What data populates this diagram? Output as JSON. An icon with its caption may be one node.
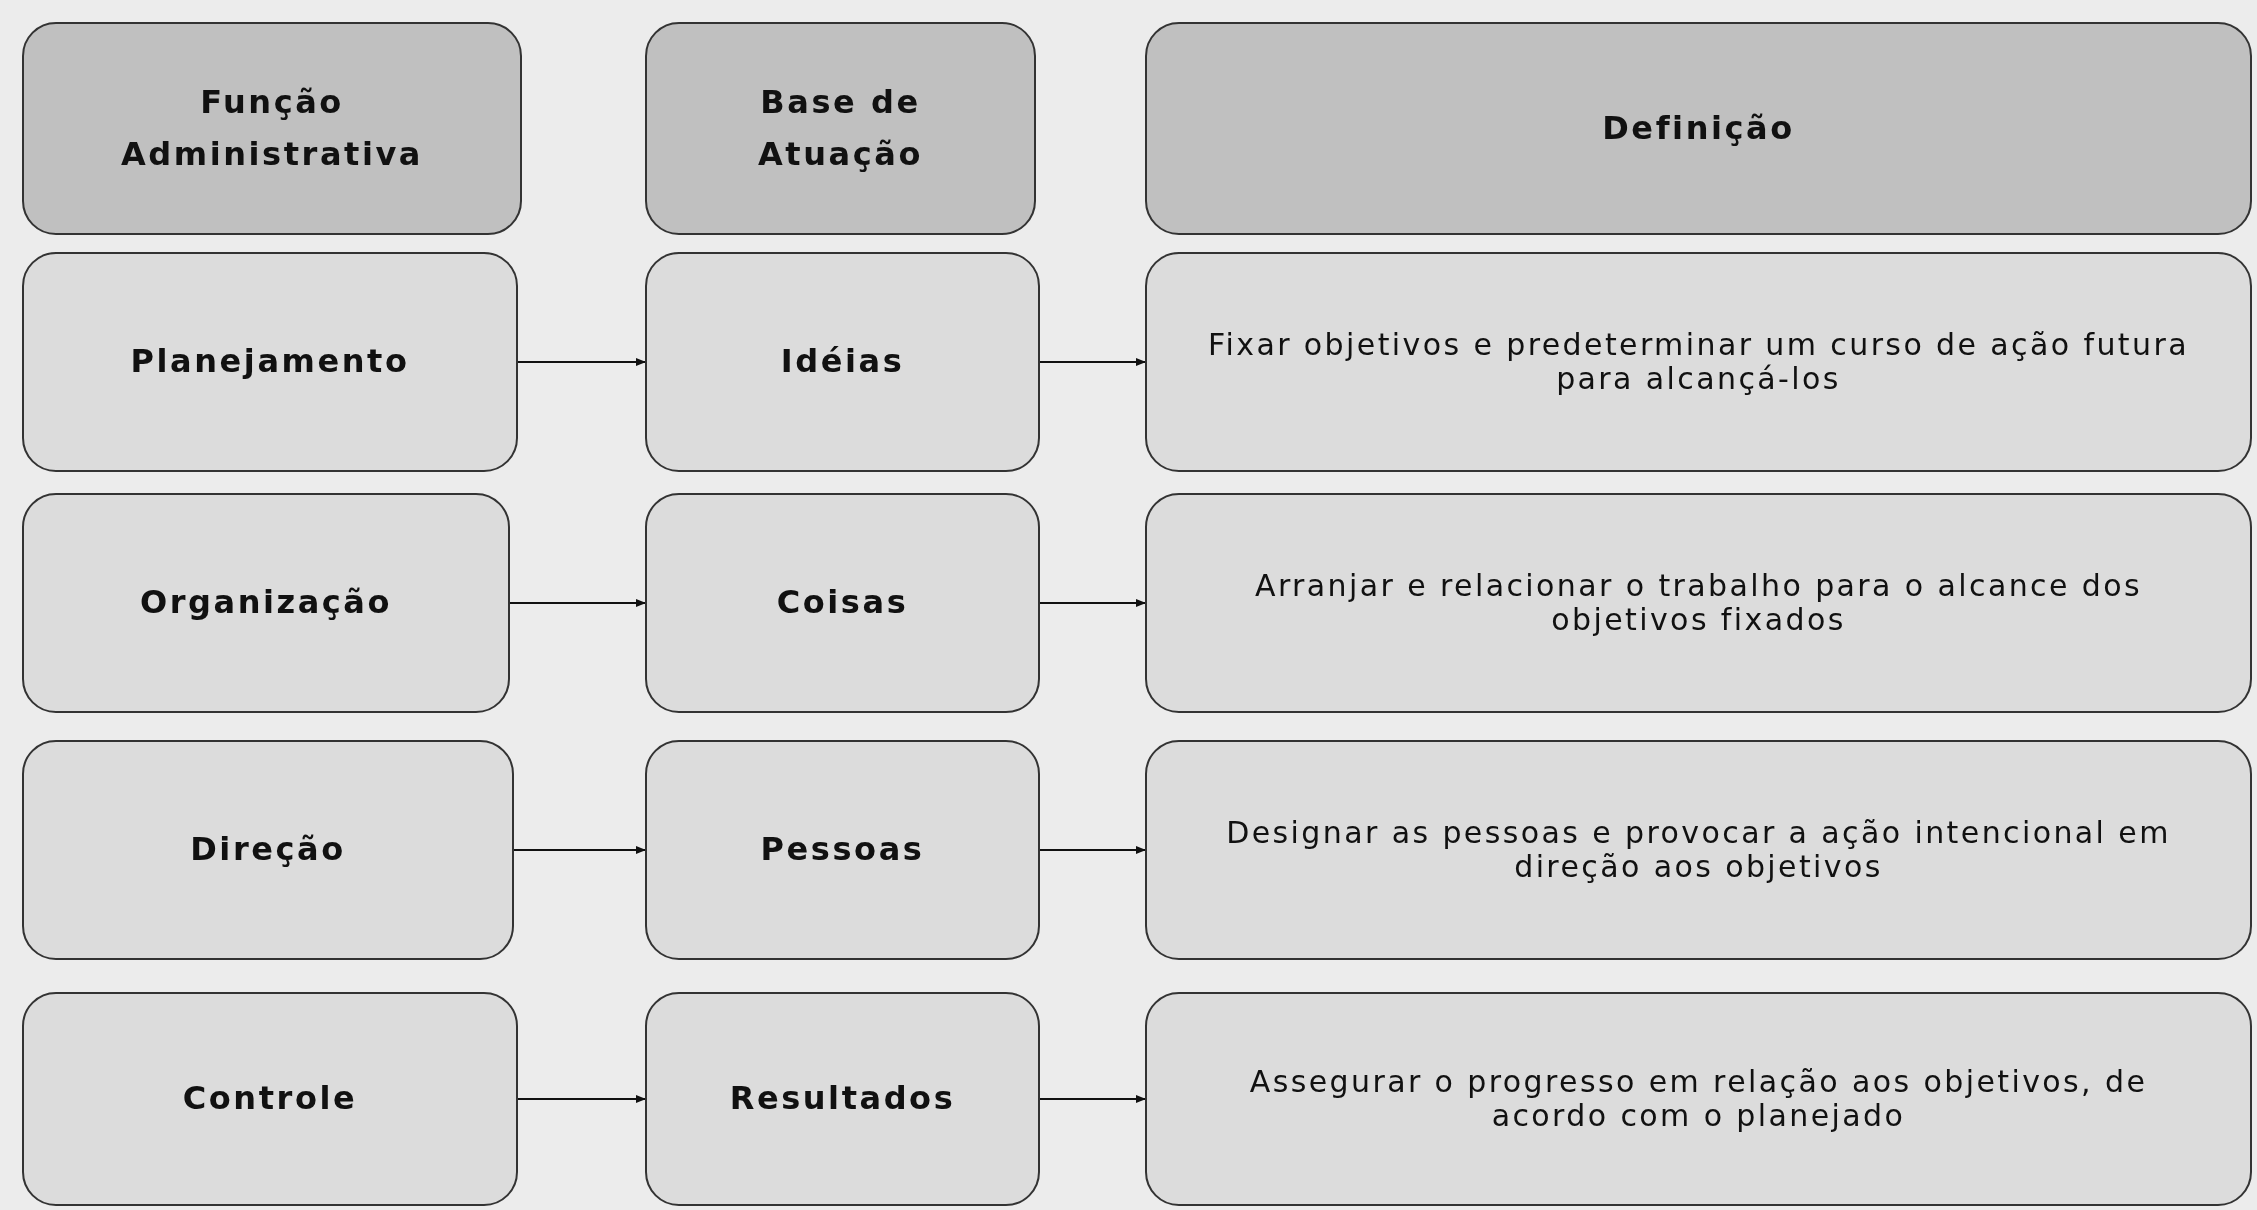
{
  "diagram": {
    "nodes": [
      {
        "text": [
          "Função Administrativa"
        ]
      },
      {
        "text": [
          "Base de Atuação"
        ]
      },
      {
        "text": [
          "Definição"
        ]
      },
      {
        "text": [
          "Planejamento"
        ]
      },
      {
        "text": [
          "Idéias"
        ]
      },
      {
        "text": [
          "Fixar objetivos e predeterminar um curso de ação futura para alcançá-los"
        ]
      },
      {
        "text": [
          "Organização"
        ]
      },
      {
        "text": [
          "Coisas"
        ]
      },
      {
        "text": [
          "Arranjar e relacionar o trabalho para o alcance dos objetivos fixados"
        ]
      },
      {
        "text": [
          "Direção"
        ]
      },
      {
        "text": [
          "Pessoas"
        ]
      },
      {
        "text": [
          "Designar as pessoas e provocar a ação intencional em direção aos objetivos"
        ]
      },
      {
        "text": [
          "Controle"
        ]
      },
      {
        "text": [
          "Resultados"
        ]
      },
      {
        "text": [
          "Assegurar o progresso em relação aos objetivos, de acordo com o planejado"
        ]
      }
    ],
    "edges": [
      {
        "from": 3,
        "to": 4,
        "arrow": "to"
      },
      {
        "from": 4,
        "to": 5,
        "arrow": "to"
      },
      {
        "from": 6,
        "to": 7,
        "arrow": "to"
      },
      {
        "from": 7,
        "to": 8,
        "arrow": "to"
      },
      {
        "from": 9,
        "to": 10,
        "arrow": "to"
      },
      {
        "from": 10,
        "to": 11,
        "arrow": "to"
      },
      {
        "from": 12,
        "to": 13,
        "arrow": "to"
      },
      {
        "from": 13,
        "to": 14,
        "arrow": "to"
      }
    ]
  }
}
